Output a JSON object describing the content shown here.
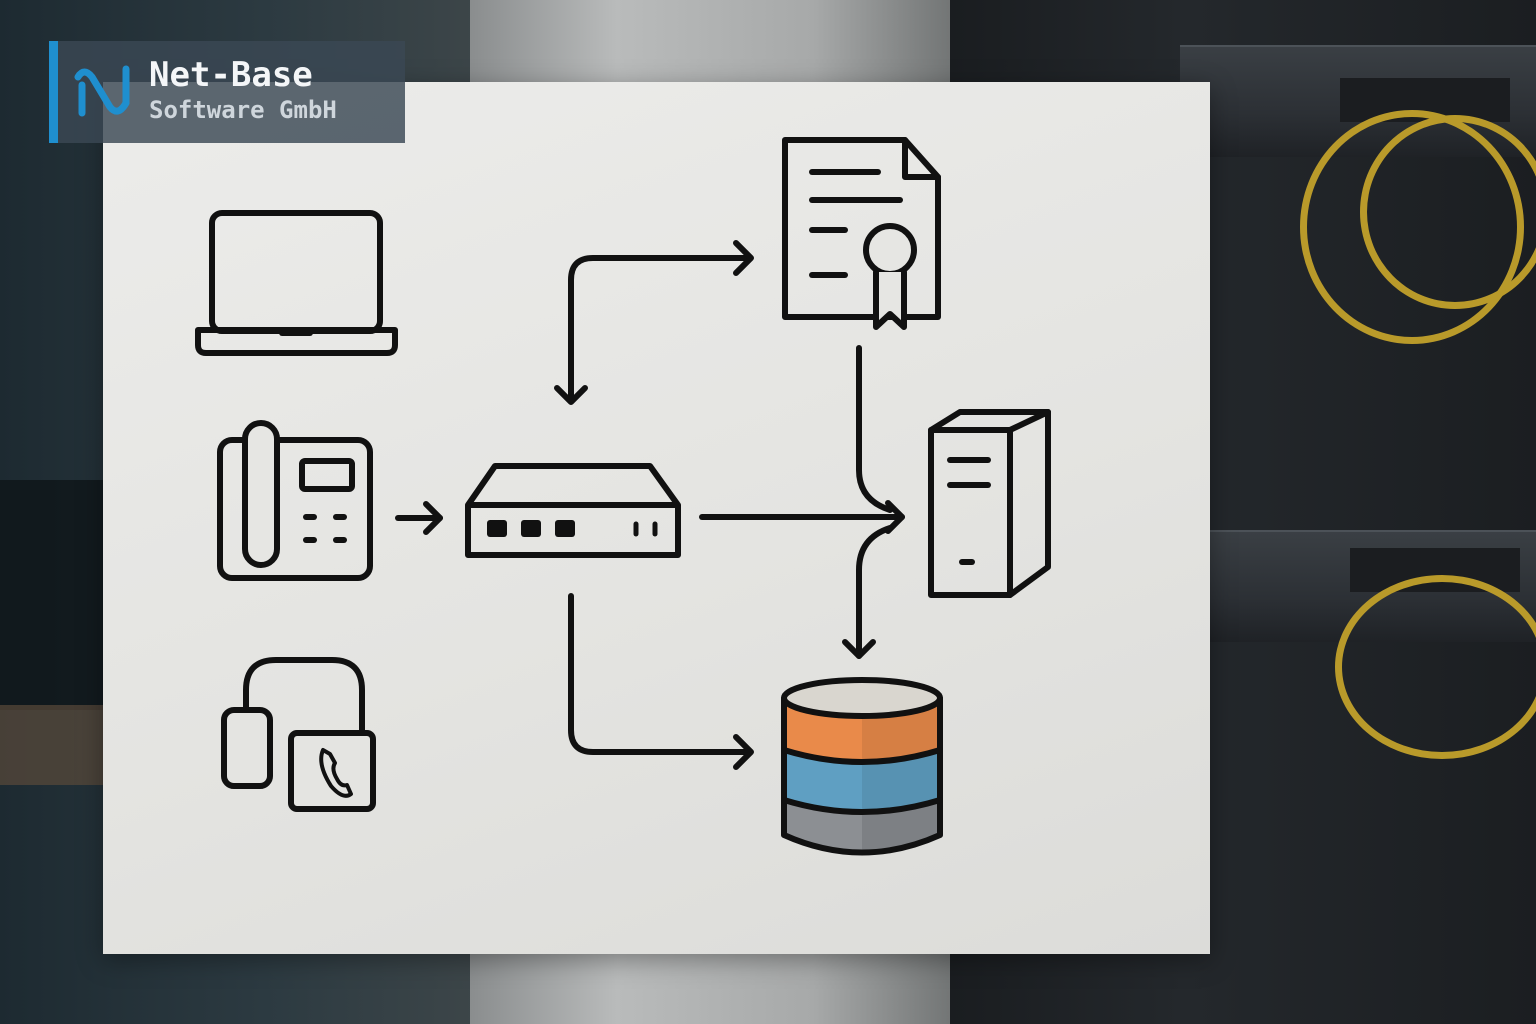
{
  "logo": {
    "name": "Net-Base",
    "subtitle": "Software GmbH",
    "accent_color": "#1f8fcf"
  },
  "diagram": {
    "nodes": [
      {
        "id": "laptop",
        "icon": "laptop-icon"
      },
      {
        "id": "desk-phone",
        "icon": "desk-phone-icon"
      },
      {
        "id": "softphone-headset",
        "icon": "headset-phone-icon"
      },
      {
        "id": "router",
        "icon": "router-icon"
      },
      {
        "id": "certificate",
        "icon": "certificate-icon"
      },
      {
        "id": "server",
        "icon": "server-tower-icon"
      },
      {
        "id": "database",
        "icon": "database-icon"
      }
    ],
    "edges": [
      {
        "from": "desk-phone",
        "to": "router"
      },
      {
        "from": "router",
        "to": "server"
      },
      {
        "from": "router",
        "to": "database"
      },
      {
        "from": "certificate",
        "to": "router"
      },
      {
        "from": "router",
        "to": "certificate"
      },
      {
        "from": "certificate",
        "to": "server"
      },
      {
        "from": "server",
        "to": "database"
      }
    ],
    "database_layer_colors": [
      "#e98a4a",
      "#5f9fc2",
      "#8c8f93"
    ]
  }
}
